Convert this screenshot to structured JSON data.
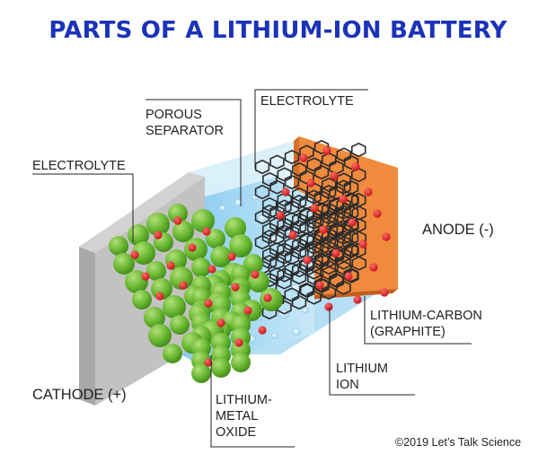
{
  "title": "PARTS OF A LITHIUM-ION BATTERY",
  "labels": {
    "electrolyte_left": "ELECTROLYTE",
    "porous_separator_line1": "POROUS",
    "porous_separator_line2": "SEPARATOR",
    "electrolyte_top": "ELECTROLYTE",
    "anode": "ANODE (-)",
    "lithium_carbon_line1": "LITHIUM-CARBON",
    "lithium_carbon_line2": "(GRAPHITE)",
    "lithium_ion_line1": "LITHIUM",
    "lithium_ion_line2": "ION",
    "cathode": "CATHODE (+)",
    "lithium_metal_oxide_line1": "LITHIUM-",
    "lithium_metal_oxide_line2": "METAL",
    "lithium_metal_oxide_line3": "OXIDE"
  },
  "credit": "©2019 Let’s Talk Science",
  "colors": {
    "title": "#1a33b8",
    "electrolyte": "#bfe3f4",
    "separator": "#a6d7f1",
    "anode": "#f08a3c",
    "cathode": "#bcbcbc",
    "lithium_metal_oxide": "#72bd3c",
    "lithium_ion": "#e2262b",
    "graphite": "#2b2b2b"
  }
}
